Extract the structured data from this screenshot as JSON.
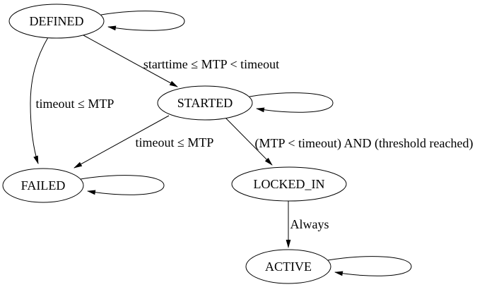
{
  "diagram": {
    "type": "state-machine",
    "colors": {
      "background": "#ffffff",
      "node_fill": "#ffffff",
      "node_stroke": "#000000",
      "edge_stroke": "#000000",
      "text": "#000000"
    },
    "nodes": [
      {
        "id": "DEFINED",
        "label": "DEFINED"
      },
      {
        "id": "STARTED",
        "label": "STARTED"
      },
      {
        "id": "FAILED",
        "label": "FAILED"
      },
      {
        "id": "LOCKED_IN",
        "label": "LOCKED_IN"
      },
      {
        "id": "ACTIVE",
        "label": "ACTIVE"
      }
    ],
    "edges": [
      {
        "from": "DEFINED",
        "to": "DEFINED",
        "label": ""
      },
      {
        "from": "DEFINED",
        "to": "STARTED",
        "label": "starttime ≤ MTP < timeout"
      },
      {
        "from": "DEFINED",
        "to": "FAILED",
        "label": "timeout ≤ MTP"
      },
      {
        "from": "STARTED",
        "to": "STARTED",
        "label": ""
      },
      {
        "from": "STARTED",
        "to": "FAILED",
        "label": "timeout ≤ MTP"
      },
      {
        "from": "STARTED",
        "to": "LOCKED_IN",
        "label": "(MTP < timeout) AND (threshold reached)"
      },
      {
        "from": "FAILED",
        "to": "FAILED",
        "label": ""
      },
      {
        "from": "LOCKED_IN",
        "to": "ACTIVE",
        "label": "Always"
      },
      {
        "from": "ACTIVE",
        "to": "ACTIVE",
        "label": ""
      }
    ]
  }
}
